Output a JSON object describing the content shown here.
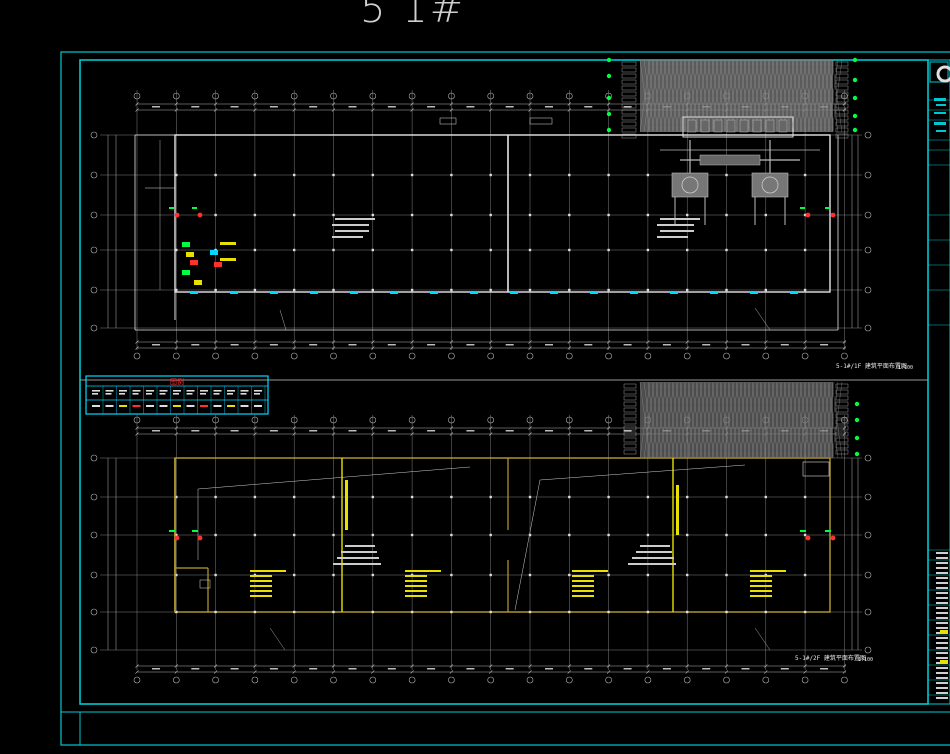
{
  "header": {
    "title_text": "5 1#"
  },
  "plans": [
    {
      "caption": "5-1#/1F 建筑平面布置图",
      "scale": "1:100"
    },
    {
      "caption": "5-1#/2F 建筑平面布置图",
      "scale": "1:100"
    }
  ],
  "legend": {
    "title": "图例"
  },
  "colors": {
    "frame": "#00c8d2",
    "grid": "#b4b4b4",
    "wall": "#e6e6e6",
    "partition_yellow": "#e8e000",
    "partition_olive": "#b8a030",
    "equipment": "#9a9a9a",
    "marker_red": "#ff3030",
    "marker_green": "#00ff40",
    "legend_border": "#00d8ff"
  }
}
